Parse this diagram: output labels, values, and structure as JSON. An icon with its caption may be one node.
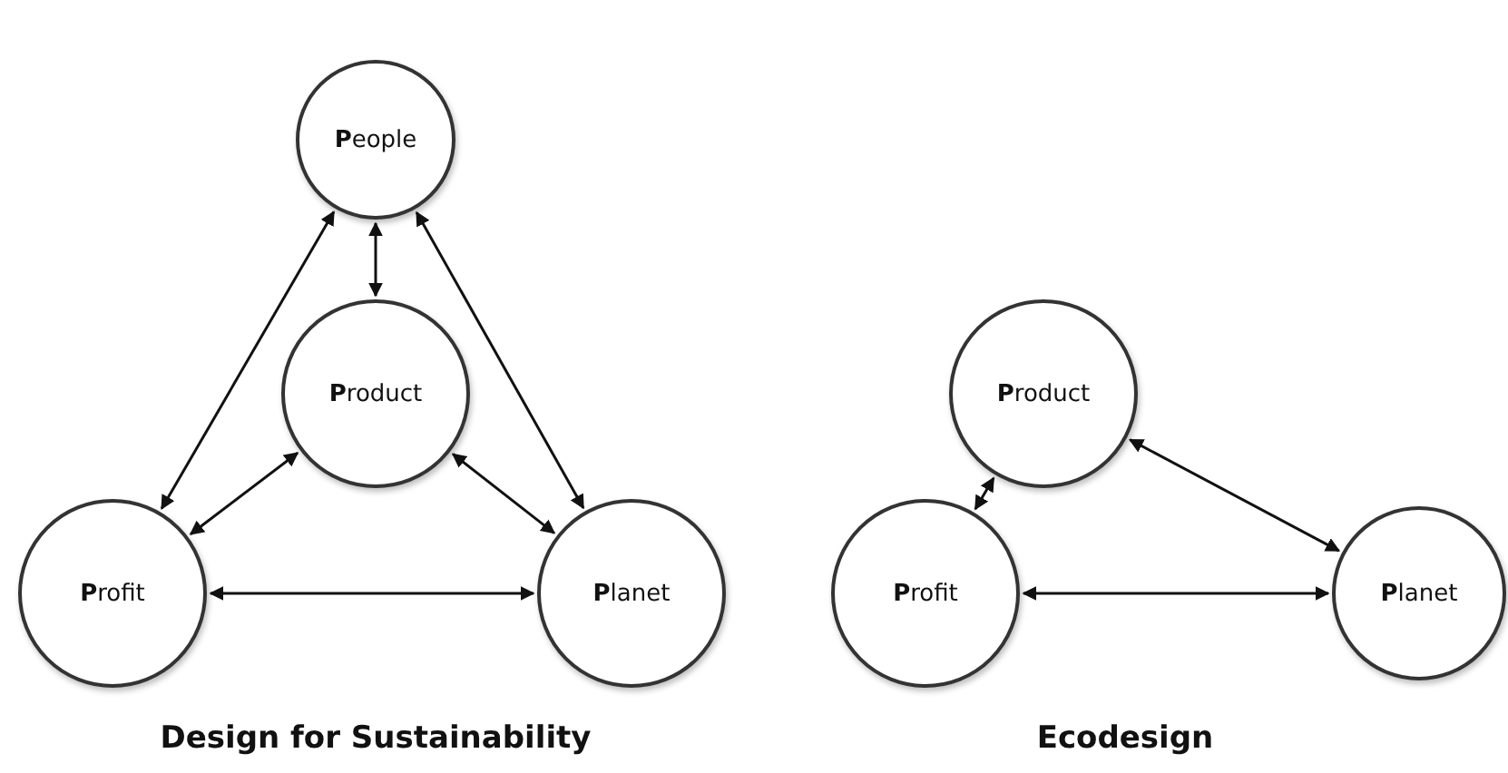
{
  "diagram": {
    "nodes": [
      {
        "text": [
          "**P**eople"
        ]
      },
      {
        "text": [
          "**P**roduct"
        ]
      },
      {
        "text": [
          "**P**rofit"
        ]
      },
      {
        "text": [
          "**P**lanet"
        ]
      },
      {
        "text": [
          "**P**roduct"
        ]
      },
      {
        "text": [
          "**P**rofit"
        ]
      },
      {
        "text": [
          "**P**lanet"
        ]
      }
    ],
    "edges": [
      {
        "from": 0,
        "to": 1,
        "arrow": "both"
      },
      {
        "from": 0,
        "to": 2,
        "arrow": "both"
      },
      {
        "from": 0,
        "to": 3,
        "arrow": "both"
      },
      {
        "from": 1,
        "to": 2,
        "arrow": "both"
      },
      {
        "from": 1,
        "to": 3,
        "arrow": "both"
      },
      {
        "from": 2,
        "to": 3,
        "arrow": "both"
      },
      {
        "from": 4,
        "to": 5,
        "arrow": "both"
      },
      {
        "from": 4,
        "to": 6,
        "arrow": "both"
      },
      {
        "from": 5,
        "to": 6,
        "arrow": "both"
      }
    ],
    "labels": [
      "Design for Sustainability",
      "Ecodesign"
    ]
  }
}
